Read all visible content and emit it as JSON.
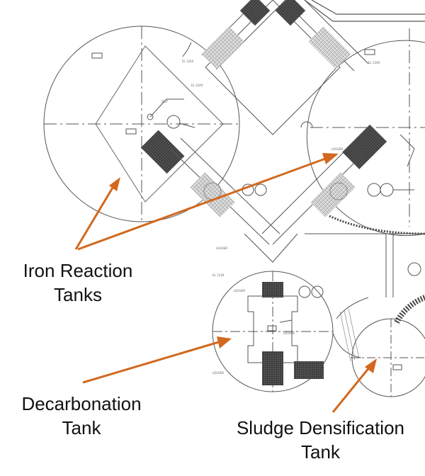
{
  "colors": {
    "line": "#555555",
    "dark": "#333333",
    "arrow": "#d2691e",
    "text": "#111111"
  },
  "labels": {
    "iron_reaction": {
      "line1": "Iron Reaction",
      "line2": "Tanks"
    },
    "decarbonation": {
      "line1": "Decarbonation",
      "line2": "Tank"
    },
    "sludge_densification": {
      "line1": "Sludge Densification",
      "line2": "Tank"
    }
  }
}
